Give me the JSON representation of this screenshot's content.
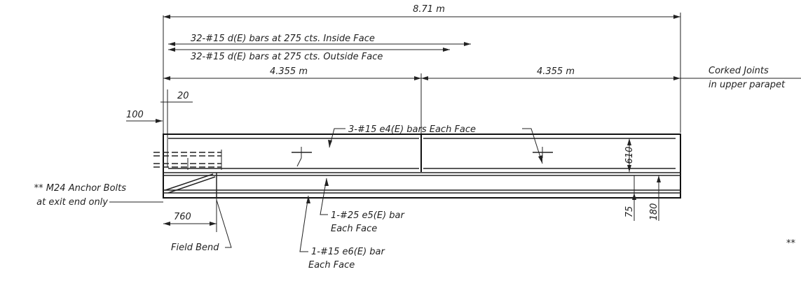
{
  "dimensions": {
    "overall_length": "8.71 m",
    "half_length_left": "4.355 m",
    "half_length_right": "4.355 m",
    "offset_20": "20",
    "offset_100": "100",
    "bend_length": "760",
    "height_610": "610",
    "height_75": "75",
    "height_180": "180"
  },
  "notes": {
    "d_bars_inside": "32-#15 d(E) bars at 275 cts. Inside Face",
    "d_bars_outside": "32-#15 d(E) bars at 275 cts. Outside Face",
    "corked_line1": "Corked Joints",
    "corked_line2": "in upper parapet",
    "e4_bars": "3-#15 e4(E) bars Each Face",
    "anchor_line1": "** M24 Anchor Bolts",
    "anchor_line2": "at exit end only",
    "e5_line1": "1-#25 e5(E) bar",
    "e5_line2": "Each Face",
    "e6_line1": "1-#15 e6(E) bar",
    "e6_line2": "Each Face",
    "field_bend": "Field Bend",
    "double_star": "**"
  }
}
